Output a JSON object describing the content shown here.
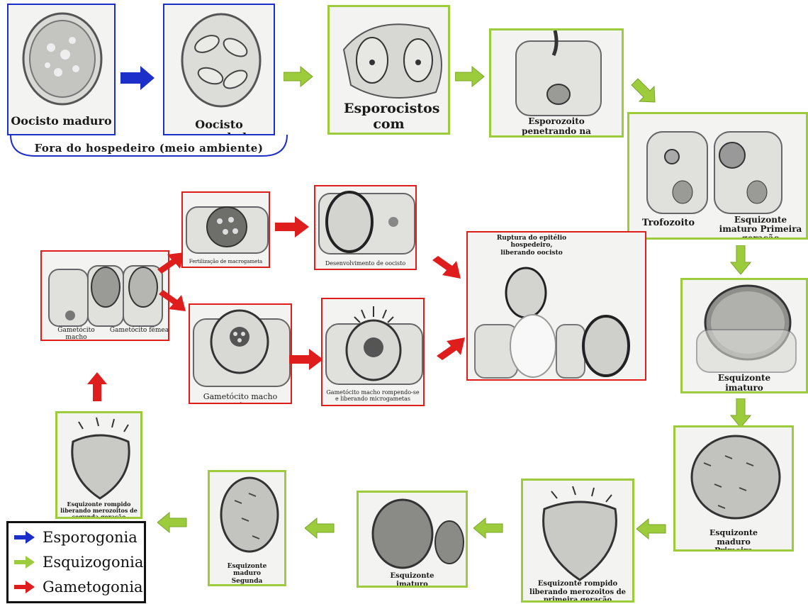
{
  "colors": {
    "blue": "#1c2fc8",
    "green": "#9ccc3c",
    "red": "#e01d1d"
  },
  "stages": {
    "oocisto_maduro": "Oocisto maduro",
    "oocisto_esporulado": "Oocisto esporulado",
    "esporocistos": "Esporocistos com esporozoitos",
    "esporozoito_penetrando": "Esporozoito penetrando na célula hospedeira",
    "trofozoito": "Trofozoito",
    "esquizonte_imaturo_1_corner": "Esquizonte imaturo Primeira geração",
    "esquizonte_imaturo_1": "Esquizonte imaturo Primeira geração",
    "esquizonte_maduro_1": "Esquizonte maduro Primeira geração",
    "esquizonte_rompido_1": "Esquizonte rompido liberando merozoitos de primeira geração",
    "esquizonte_imaturo_2": "Esquizonte imaturo Segunda geração",
    "esquizonte_maduro_2": "Esquizonte maduro Segunda geração",
    "esquizonte_rompido_2": "Esquizonte rompido liberando merozoitos de segunda geração",
    "gametocito_macho": "Gametócito macho",
    "gametocito_femea": "Gametócito fêmea",
    "fertilizacao": "Fertilização de macrogameta",
    "desenvolvimento_oocisto": "Desenvolvimento de oocisto",
    "ruptura": "Ruptura do epitélio hospedeiro, liberando oocisto",
    "gametocito_macho_maduro": "Gametócito macho Maduro",
    "gametocito_rompendo": "Gametócito macho rompendo-se e liberando microgametas"
  },
  "bracket_label": "Fora do hospedeiro (meio ambiente)",
  "legend": {
    "items": [
      {
        "label": "Esporogonia",
        "color": "#1c2fc8"
      },
      {
        "label": "Esquizogonia",
        "color": "#9ccc3c"
      },
      {
        "label": "Gametogonia",
        "color": "#e01d1d"
      }
    ]
  }
}
